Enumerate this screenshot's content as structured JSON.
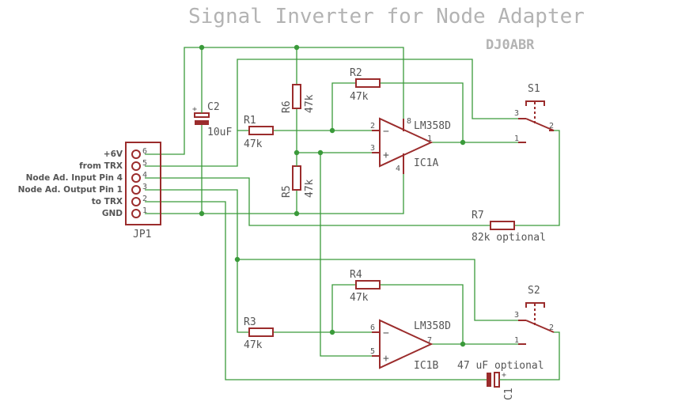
{
  "title": "Signal Inverter for Node Adapter",
  "author": "DJ0ABR",
  "connector": {
    "ref": "JP1",
    "pins": [
      {
        "num": "6",
        "label": "+6V"
      },
      {
        "num": "5",
        "label": "from TRX"
      },
      {
        "num": "4",
        "label": "Node Ad. Input Pin 4"
      },
      {
        "num": "3",
        "label": "Node Ad. Output Pin 1"
      },
      {
        "num": "2",
        "label": "to TRX"
      },
      {
        "num": "1",
        "label": "GND"
      }
    ]
  },
  "components": {
    "C2": {
      "ref": "C2",
      "value": "10uF"
    },
    "R1": {
      "ref": "R1",
      "value": "47k"
    },
    "R2": {
      "ref": "R2",
      "value": "47k"
    },
    "R3": {
      "ref": "R3",
      "value": "47k"
    },
    "R4": {
      "ref": "R4",
      "value": "47k"
    },
    "R5": {
      "ref": "R5",
      "value": "47k"
    },
    "R6": {
      "ref": "R6",
      "value": "47k"
    },
    "R7": {
      "ref": "R7",
      "value": "82k optional"
    },
    "C1": {
      "ref": "C1",
      "value": "47 uF optional"
    },
    "IC1A": {
      "ref": "IC1A",
      "value": "LM358D",
      "pins": [
        "2",
        "3",
        "1",
        "8",
        "4"
      ]
    },
    "IC1B": {
      "ref": "IC1B",
      "value": "LM358D",
      "pins": [
        "6",
        "5",
        "7"
      ]
    },
    "S1": {
      "ref": "S1",
      "pins": [
        "3",
        "1",
        "2"
      ]
    },
    "S2": {
      "ref": "S2",
      "pins": [
        "3",
        "1",
        "2"
      ]
    }
  },
  "colors": {
    "wire": "#3a9a3a",
    "part": "#9b2c2c",
    "text": "#555555",
    "title": "#b3b3b3"
  }
}
